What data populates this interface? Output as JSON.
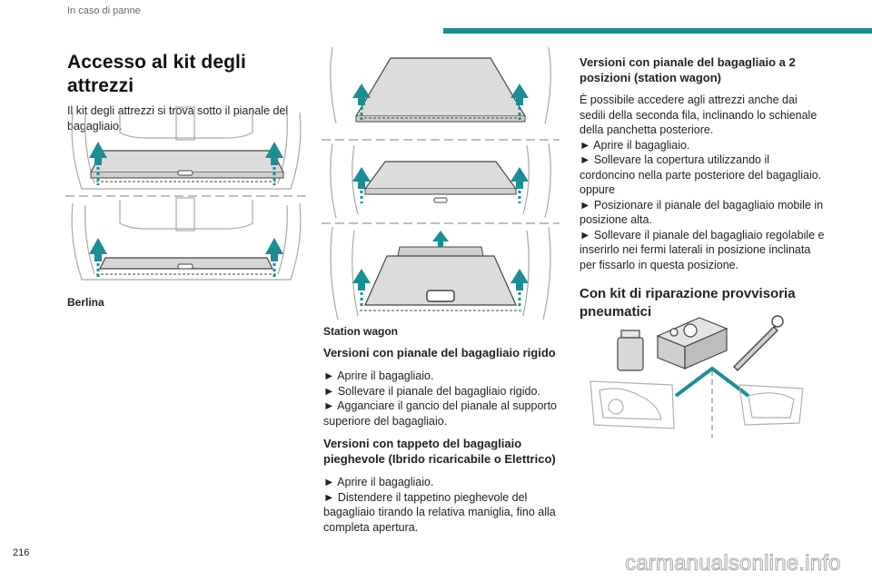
{
  "header": {
    "section": "In caso di panne"
  },
  "footer": {
    "page_number": "216",
    "watermark": "carmanualsonline.info"
  },
  "column1": {
    "title": "Accesso al kit degli attrezzi",
    "intro": "Il kit degli attrezzi si trova sotto il pianale del bagagliaio.",
    "caption": "Berlina"
  },
  "column2": {
    "caption": "Station wagon",
    "rigid": {
      "heading": "Versioni con pianale del bagagliaio rigido",
      "steps": [
        "► Aprire il bagagliaio.",
        "► Sollevare il pianale del bagagliaio rigido.",
        "► Agganciare il gancio del pianale al supporto superiore del bagagliaio."
      ]
    },
    "foldable": {
      "heading": "Versioni con tappeto del bagagliaio pieghevole (Ibrido ricaricabile o Elettrico)",
      "steps": [
        "► Aprire il bagagliaio.",
        "► Distendere il tappetino pieghevole del bagagliaio tirando la relativa maniglia, fino alla completa apertura."
      ]
    }
  },
  "column3": {
    "two_position": {
      "heading": "Versioni con pianale del bagagliaio a 2 posizioni (station wagon)",
      "lines": [
        "È possibile accedere agli attrezzi anche dai sedili della seconda fila, inclinando lo schienale della panchetta posteriore.",
        "► Aprire il bagagliaio.",
        "► Sollevare la copertura utilizzando il cordoncino nella parte posteriore del bagagliaio.",
        "oppure",
        "► Posizionare il pianale del bagagliaio mobile in posizione alta.",
        "► Sollevare il pianale del bagagliaio regolabile e inserirlo nei fermi laterali in posizione inclinata per fissarlo in questa posizione."
      ]
    },
    "repair_kit": {
      "heading": "Con kit di riparazione provvisoria pneumatici"
    }
  },
  "colors": {
    "accent": "#1b8e95",
    "line": "#a9a9a9"
  }
}
